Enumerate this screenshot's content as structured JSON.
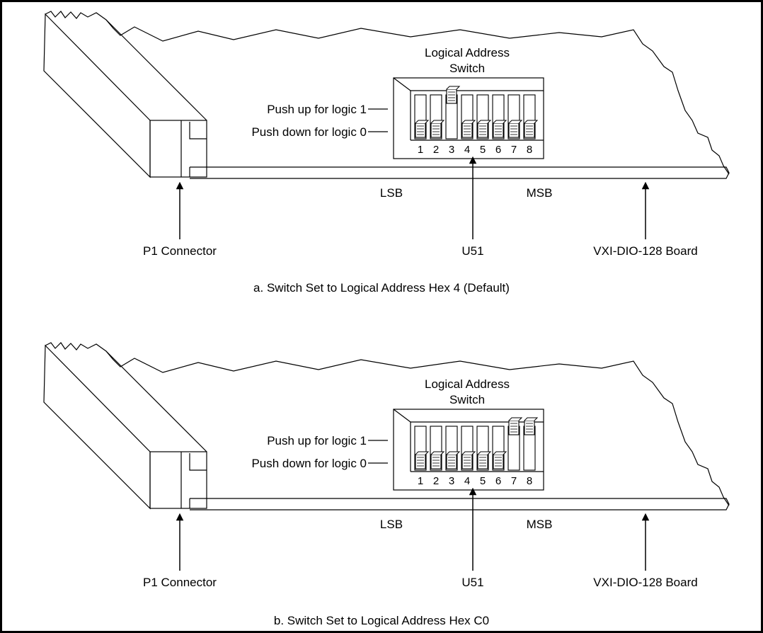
{
  "panels": [
    {
      "switch_title_line1": "Logical Address",
      "switch_title_line2": "Switch",
      "push_up_label": "Push up for logic 1",
      "push_down_label": "Push down for logic 0",
      "switch_numbers": [
        "1",
        "2",
        "3",
        "4",
        "5",
        "6",
        "7",
        "8"
      ],
      "switch_positions": [
        "down",
        "down",
        "up",
        "down",
        "down",
        "down",
        "down",
        "down"
      ],
      "lsb_label": "LSB",
      "msb_label": "MSB",
      "connector_label": "P1 Connector",
      "chip_label": "U51",
      "board_label": "VXI-DIO-128 Board",
      "caption": "a. Switch Set to Logical Address Hex 4 (Default)"
    },
    {
      "switch_title_line1": "Logical Address",
      "switch_title_line2": "Switch",
      "push_up_label": "Push up for logic 1",
      "push_down_label": "Push down for logic 0",
      "switch_numbers": [
        "1",
        "2",
        "3",
        "4",
        "5",
        "6",
        "7",
        "8"
      ],
      "switch_positions": [
        "down",
        "down",
        "down",
        "down",
        "down",
        "down",
        "up",
        "up"
      ],
      "lsb_label": "LSB",
      "msb_label": "MSB",
      "connector_label": "P1 Connector",
      "chip_label": "U51",
      "board_label": "VXI-DIO-128 Board",
      "caption": "b. Switch Set to Logical Address Hex C0"
    }
  ]
}
